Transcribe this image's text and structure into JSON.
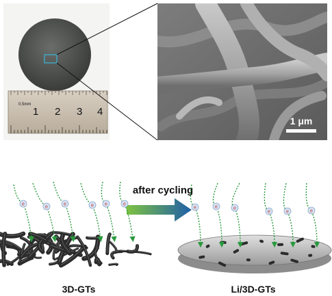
{
  "top_panel": {
    "ruler_numbers": [
      "1",
      "2",
      "3",
      "4"
    ],
    "ruler_unit": "0.5mm",
    "scale_bar": "1 μm"
  },
  "bottom_panel": {
    "arrow_label": "after cycling",
    "electron_symbol": "e",
    "left_label": "3D-GTs",
    "right_label": "Li/3D-GTs"
  },
  "colors": {
    "electron_path": "#2a9a3e",
    "arrow_start": "#7ec242",
    "arrow_end": "#1f5fa8",
    "fiber": "#2b2b2b",
    "lithium_disc": "#c8c8c8",
    "electron_fill": "#d6e3f5",
    "electron_text": "#c0392b"
  }
}
